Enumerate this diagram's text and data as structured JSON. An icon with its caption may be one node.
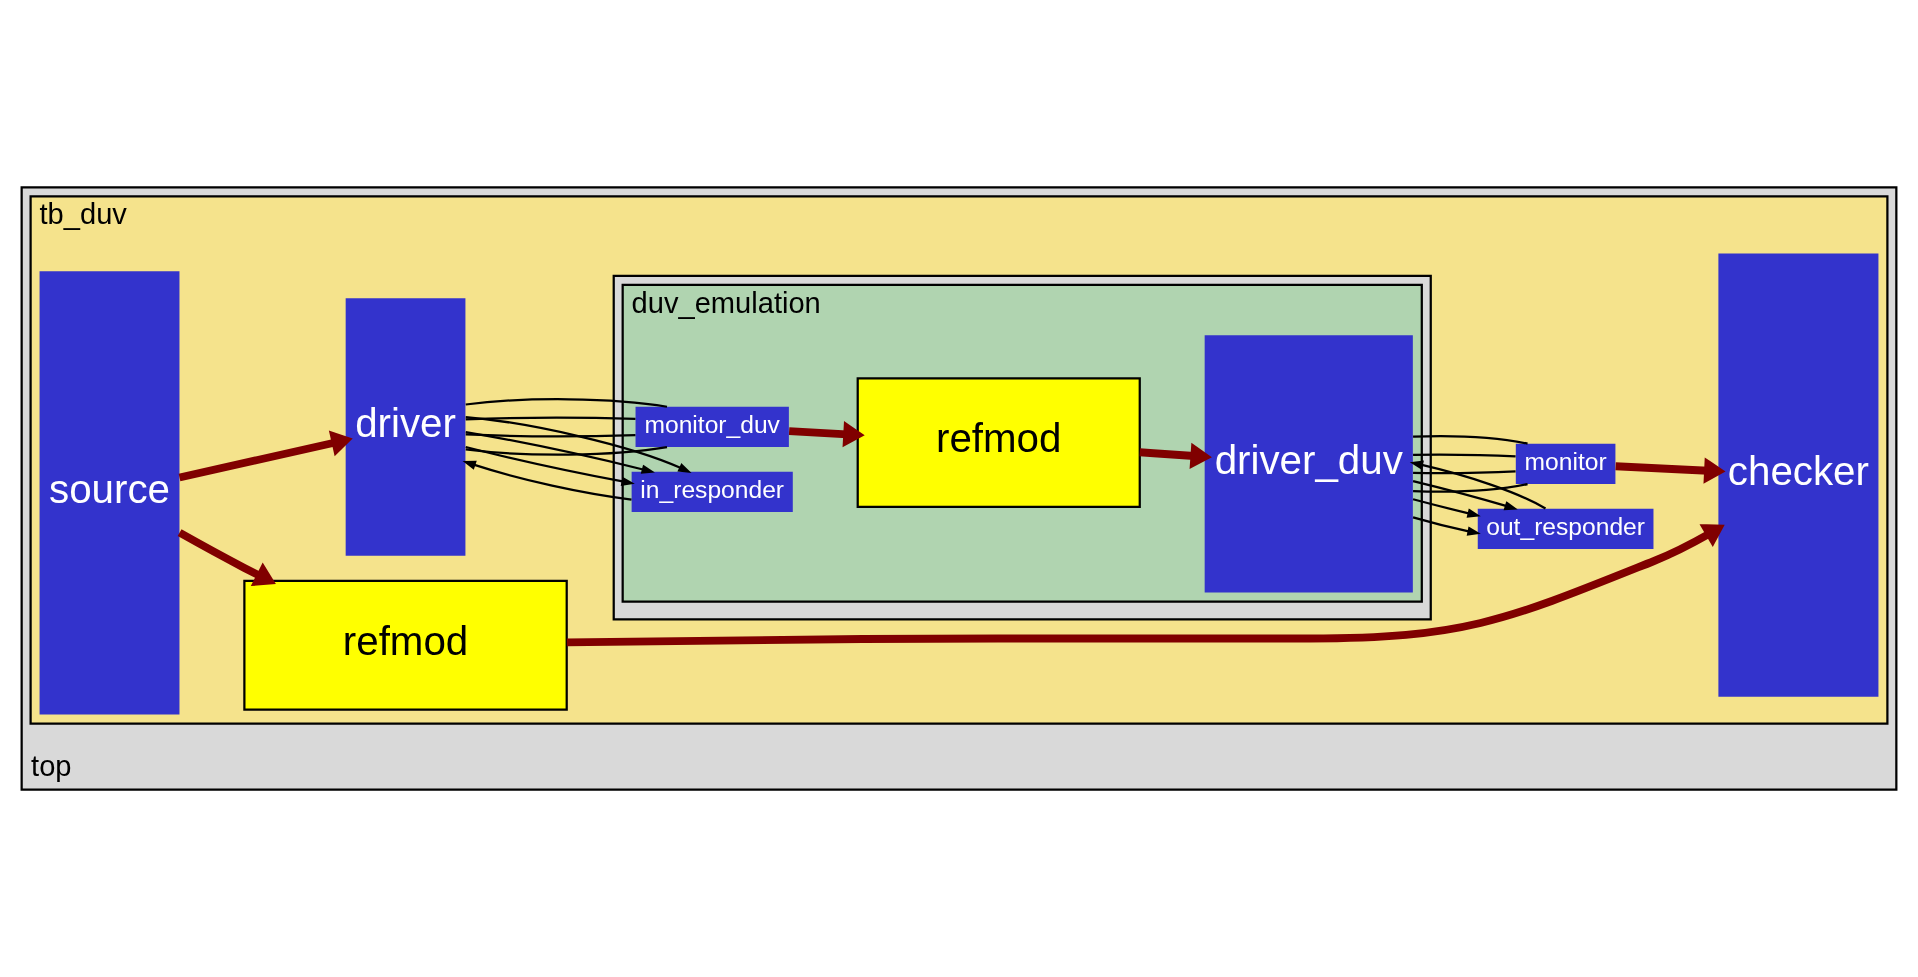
{
  "diagram": {
    "nodes": [
      {
        "text": [
          "top"
        ]
      },
      {
        "text": [
          "tb_duv"
        ],
        "in": 0
      },
      {
        "text": [
          "source"
        ],
        "in": 1
      },
      {
        "text": [
          "refmod"
        ],
        "in": 1
      },
      {
        "text": [
          "checker"
        ],
        "in": 1
      },
      {
        "text": [
          "driver"
        ],
        "in": 1
      },
      {
        "text": [],
        "shape": "box",
        "in": 1
      },
      {
        "text": [
          "duv_emulation"
        ],
        "in": 6
      },
      {
        "text": [
          "monitor_duv"
        ],
        "in": 7
      },
      {
        "text": [
          "in_responder"
        ],
        "in": 7
      },
      {
        "text": [
          "refmod"
        ],
        "in": 7
      },
      {
        "text": [
          "driver_duv"
        ],
        "in": 7
      },
      {
        "text": [
          "monitor"
        ],
        "in": 1
      },
      {
        "text": [
          "out_responder"
        ],
        "in": 1
      }
    ],
    "edges": [
      {
        "from": 2,
        "to": 3,
        "arrow": "to",
        "style": "thick",
        "color": "#800000"
      },
      {
        "from": 2,
        "to": 5,
        "arrow": "to",
        "style": "thick",
        "color": "#800000"
      },
      {
        "from": 3,
        "to": 4,
        "arrow": "to",
        "style": "thick",
        "color": "#800000"
      },
      {
        "from": 8,
        "to": 10,
        "arrow": "to",
        "style": "thick",
        "color": "#800000"
      },
      {
        "from": 10,
        "to": 11,
        "arrow": "to",
        "style": "thick",
        "color": "#800000"
      },
      {
        "from": 12,
        "to": 4,
        "arrow": "to",
        "style": "thick",
        "color": "#800000"
      },
      {
        "from": 5,
        "to": 9,
        "arrow": "to"
      },
      {
        "from": 5,
        "to": 9,
        "arrow": "to"
      },
      {
        "from": 5,
        "to": 9,
        "arrow": "to"
      },
      {
        "from": 9,
        "to": 5,
        "arrow": "to"
      },
      {
        "from": 5,
        "to": 8,
        "arrow": "none"
      },
      {
        "from": 5,
        "to": 8,
        "arrow": "none"
      },
      {
        "from": 5,
        "to": 8,
        "arrow": "none"
      },
      {
        "from": 5,
        "to": 8,
        "arrow": "none"
      },
      {
        "from": 11,
        "to": 13,
        "arrow": "to"
      },
      {
        "from": 11,
        "to": 13,
        "arrow": "to"
      },
      {
        "from": 11,
        "to": 13,
        "arrow": "to"
      },
      {
        "from": 13,
        "to": 11,
        "arrow": "to"
      },
      {
        "from": 11,
        "to": 12,
        "arrow": "none"
      },
      {
        "from": 11,
        "to": 12,
        "arrow": "none"
      },
      {
        "from": 11,
        "to": 12,
        "arrow": "none"
      },
      {
        "from": 11,
        "to": 12,
        "arrow": "none"
      }
    ]
  }
}
